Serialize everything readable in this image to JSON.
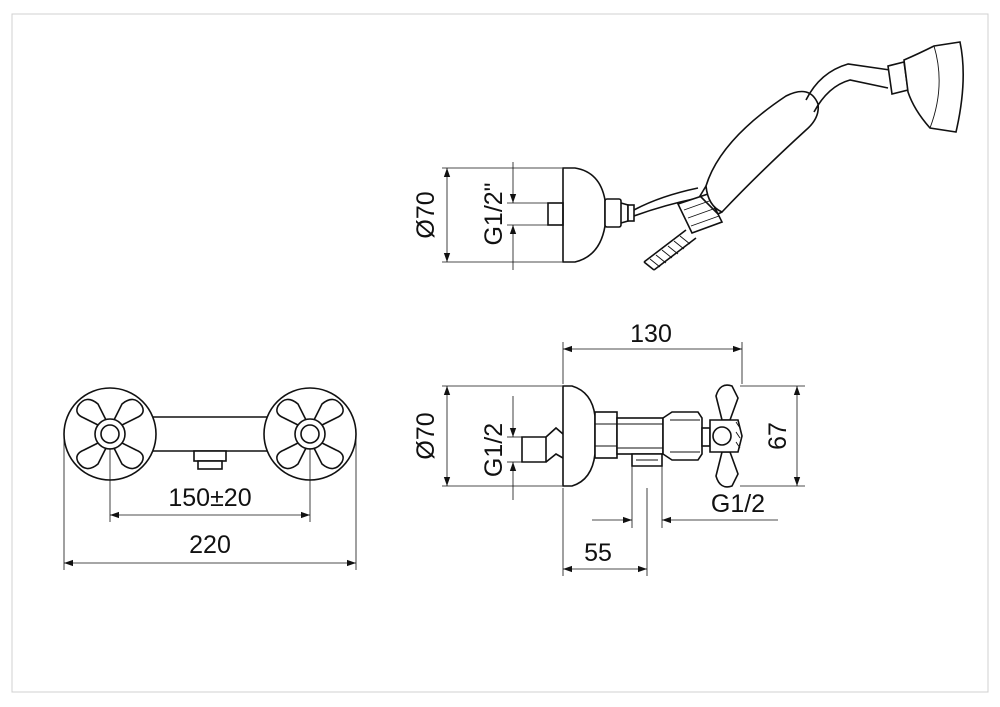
{
  "drawing": {
    "hand_shower": {
      "diameter_label": "Ø70",
      "thread_label": "G1/2\""
    },
    "side_view": {
      "diameter_label": "Ø70",
      "inlet_thread_label": "G1/2",
      "outlet_thread_label": "G1/2",
      "depth_label": "130",
      "height_label": "67",
      "outlet_offset_label": "55"
    },
    "front_view": {
      "center_distance_label": "150±20",
      "overall_width_label": "220"
    }
  }
}
